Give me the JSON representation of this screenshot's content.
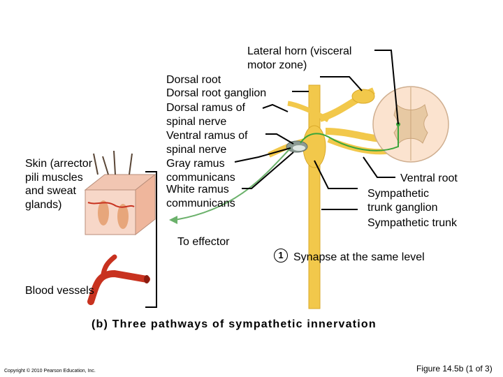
{
  "labels": {
    "lateral_horn": "Lateral horn (visceral\nmotor zone)",
    "dorsal_root": "Dorsal root",
    "dorsal_root_ganglion": "Dorsal root ganglion",
    "dorsal_ramus": "Dorsal ramus of\nspinal nerve",
    "ventral_ramus": "Ventral ramus of\nspinal nerve",
    "gray_ramus": "Gray ramus\ncommunicans",
    "white_ramus": "White ramus\ncommunicans",
    "skin": "Skin (arrector\npili muscles\nand sweat\nglands)",
    "ventral_root": "Ventral root",
    "sympathetic_trunk_ganglion": "Sympathetic\ntrunk ganglion",
    "sympathetic_trunk": "Sympathetic trunk",
    "to_effector": "To effector",
    "blood_vessels": "Blood vessels",
    "synapse_number": "1",
    "synapse_text": "Synapse at the same level"
  },
  "caption": "(b) Three pathways of sympathetic innervation",
  "footer": {
    "copyright": "Copyright © 2010 Pearson Education, Inc.",
    "figure_ref": "Figure 14.5b (1 of 3)"
  },
  "colors": {
    "nerve": "#f2c84b",
    "nerve_light": "#f9e08a",
    "pathway": "#3aa53a",
    "spinal_cord": "#fbe3cf",
    "gray_matter": "#e7c9a3",
    "vessel": "#c8321f",
    "ramus_gray": "#8c9b94"
  }
}
